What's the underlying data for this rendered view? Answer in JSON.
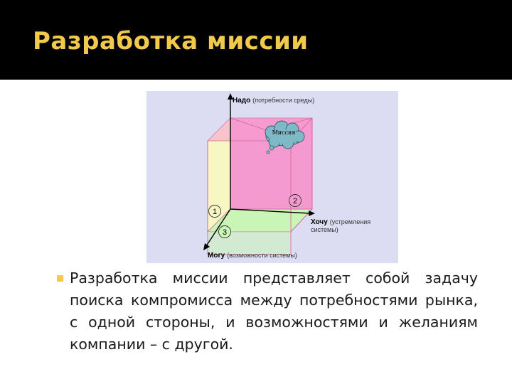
{
  "slide": {
    "title": "Разработка миссии",
    "bullet_text": "Разработка миссии представляет собой задачу поиска компромисса между потребностями рынка, с одной стороны, и возможностями и желаниям компании – с другой."
  },
  "diagram": {
    "axis_up": {
      "strong": "Надо",
      "note": "(потребности среды)"
    },
    "axis_right": {
      "strong": "Хочу",
      "note_line1": "(устремления",
      "note_line2": "системы)"
    },
    "axis_down": {
      "strong": "Могу",
      "note": "(возможности системы)"
    },
    "cloud_label": "Миссия",
    "markers": [
      "1",
      "2",
      "3"
    ]
  },
  "colors": {
    "title": "#f2c94c",
    "bullet": "#f2c94c",
    "diagram_bg": "#dcdcf2",
    "face_need": "#f59ad0",
    "face_want": "#c9f5b6",
    "face_can": "#f7f7c4",
    "cube_edges": "#cc6699"
  }
}
